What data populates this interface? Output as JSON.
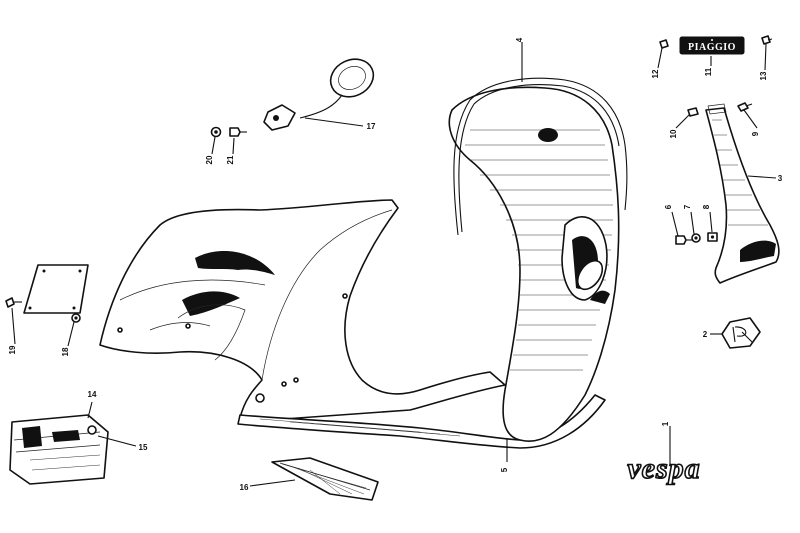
{
  "callouts": [
    {
      "id": "1",
      "label": "1"
    },
    {
      "id": "2",
      "label": "2"
    },
    {
      "id": "3",
      "label": "3"
    },
    {
      "id": "4",
      "label": "4"
    },
    {
      "id": "5",
      "label": "5"
    },
    {
      "id": "6",
      "label": "6"
    },
    {
      "id": "7",
      "label": "7"
    },
    {
      "id": "8",
      "label": "8"
    },
    {
      "id": "9",
      "label": "9"
    },
    {
      "id": "10",
      "label": "10"
    },
    {
      "id": "11",
      "label": "11"
    },
    {
      "id": "12",
      "label": "12"
    },
    {
      "id": "13",
      "label": "13"
    },
    {
      "id": "14",
      "label": "14"
    },
    {
      "id": "15",
      "label": "15"
    },
    {
      "id": "16",
      "label": "16"
    },
    {
      "id": "17",
      "label": "17"
    },
    {
      "id": "18",
      "label": "18"
    },
    {
      "id": "19",
      "label": "19"
    },
    {
      "id": "20",
      "label": "20"
    },
    {
      "id": "21",
      "label": "21"
    }
  ],
  "badge_text": "PIAGGIO",
  "logo_text": "vespa"
}
